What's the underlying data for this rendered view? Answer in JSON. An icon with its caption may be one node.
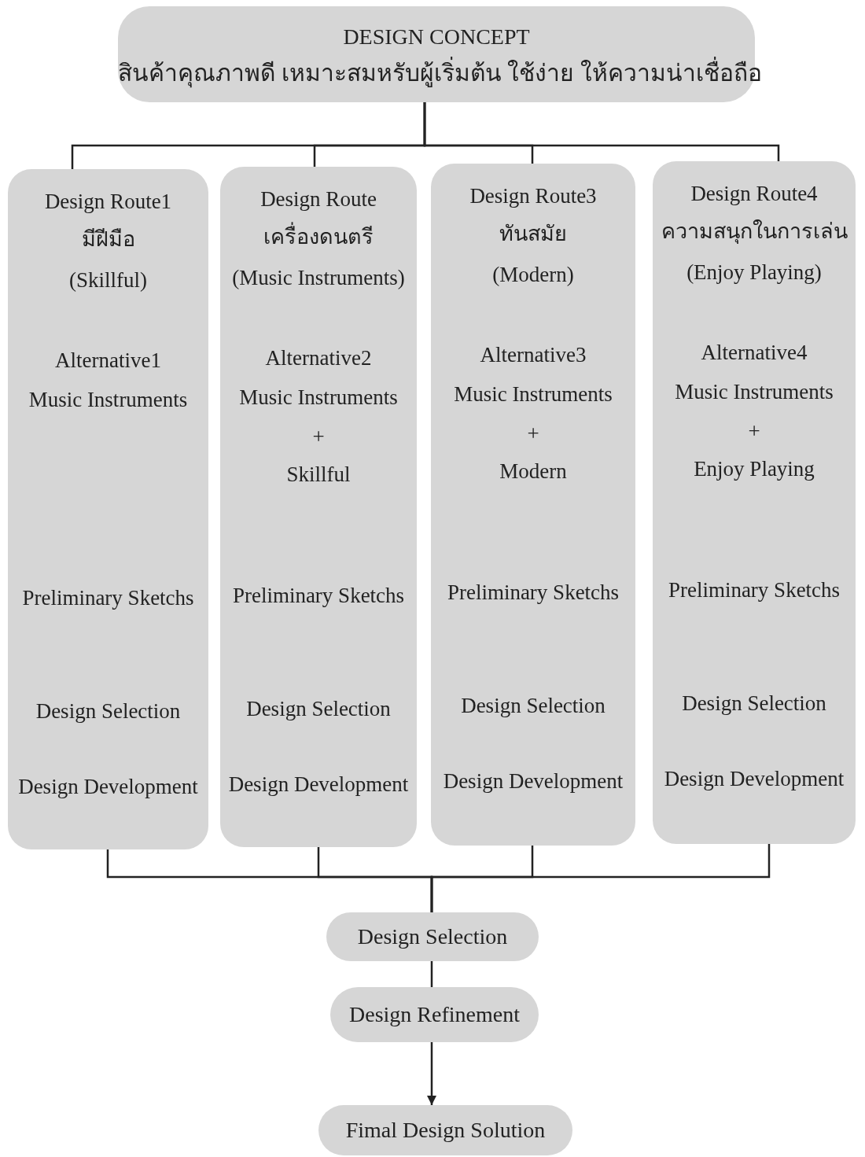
{
  "diagram": {
    "nodes": [
      {
        "text": [
          "DESIGN CONCEPT",
          "สินค้าคุณภาพดี เหมาะสมหรับผู้เริ่มต้น ใช้ง่าย ให้ความน่าเชื่อถือ"
        ]
      },
      {
        "text": [
          "Design Route1",
          "มีฝีมือ",
          "(Skillful)",
          "Alternative1",
          "Music Instruments",
          "Preliminary Sketchs",
          "Design Selection",
          "Design Development"
        ]
      },
      {
        "text": [
          "Design Route",
          "เครื่องดนตรี",
          "(Music Instruments)",
          "Alternative2",
          "Music Instruments",
          "+",
          "Skillful",
          "Preliminary Sketchs",
          "Design Selection",
          "Design Development"
        ]
      },
      {
        "text": [
          "Design Route3",
          "ทันสมัย",
          "(Modern)",
          "Alternative3",
          "Music Instruments",
          "+",
          "Modern",
          "Preliminary Sketchs",
          "Design Selection",
          "Design Development"
        ]
      },
      {
        "text": [
          "Design Route4",
          "ความสนุกในการเล่น",
          "(Enjoy Playing)",
          "Alternative4",
          "Music Instruments",
          "+",
          "Enjoy Playing",
          "Preliminary Sketchs",
          "Design Selection",
          "Design Development"
        ]
      },
      {
        "text": [
          "Design Selection"
        ]
      },
      {
        "text": [
          "Design Refinement"
        ]
      },
      {
        "text": [
          "Fimal Design Solution"
        ]
      }
    ],
    "edges": [
      {
        "from": 0,
        "to": 1,
        "arrow": "none"
      },
      {
        "from": 0,
        "to": 2,
        "arrow": "none"
      },
      {
        "from": 0,
        "to": 3,
        "arrow": "none"
      },
      {
        "from": 0,
        "to": 4,
        "arrow": "none"
      },
      {
        "from": 1,
        "to": 5,
        "arrow": "none"
      },
      {
        "from": 2,
        "to": 5,
        "arrow": "none"
      },
      {
        "from": 3,
        "to": 5,
        "arrow": "none"
      },
      {
        "from": 4,
        "to": 5,
        "arrow": "none"
      },
      {
        "from": 5,
        "to": 6,
        "arrow": "none"
      },
      {
        "from": 6,
        "to": 7,
        "arrow": "to"
      }
    ]
  }
}
